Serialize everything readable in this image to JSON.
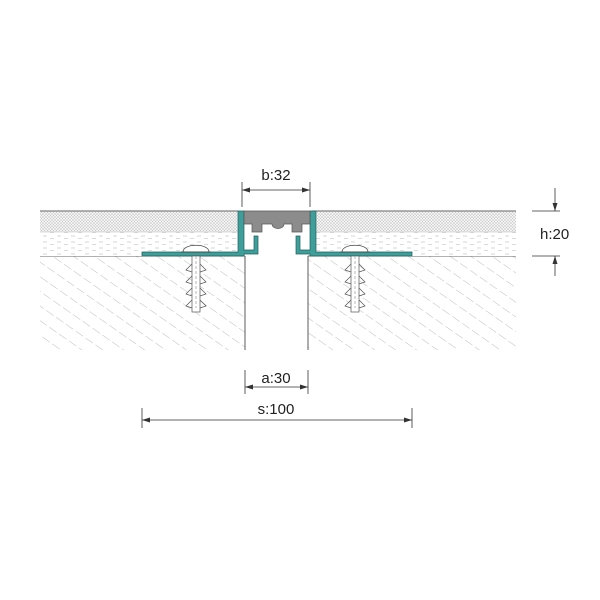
{
  "dimensions": {
    "b": "b:32",
    "h": "h:20",
    "a": "a:30",
    "s": "s:100"
  },
  "colors": {
    "profile": "#3f9e9a",
    "profile_stroke": "#1f5f5c",
    "insert": "#8c8c8c",
    "insert_stroke": "#555555",
    "line": "#333333"
  },
  "parts": {
    "anchor_icon": "wall-plug-anchor-icon",
    "screw_icon": "screw-head-icon"
  }
}
